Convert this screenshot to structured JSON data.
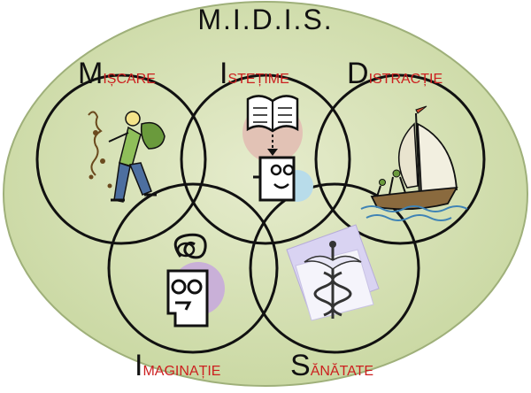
{
  "title": "M.I.D.I.S.",
  "labels": {
    "miscare": {
      "initial": "M",
      "rest": "IȘCARE"
    },
    "istetime": {
      "initial": "I",
      "rest": "STEȚIME"
    },
    "distractie": {
      "initial": "D",
      "rest": "ISTRACȚIE"
    },
    "imaginatie": {
      "initial": "I",
      "rest": "MAGINAȚIE"
    },
    "sanatate": {
      "initial": "S",
      "rest": "ĂNĂTATE"
    }
  },
  "colors": {
    "background_ellipse": "#d6e2b6",
    "ellipse_edge": "#a3b37e",
    "ring": "#111111",
    "accent_text": "#cc1f1f",
    "lavender": "#c9b0d8",
    "light_blue": "#b8dcea",
    "light_purple": "#cfc8ec"
  },
  "icons": {
    "miscare": "hiker-icon",
    "istetime": "book-reader-icon",
    "distractie": "sailboat-icon",
    "imaginatie": "thinking-head-icon",
    "sanatate": "caduceus-icon"
  }
}
